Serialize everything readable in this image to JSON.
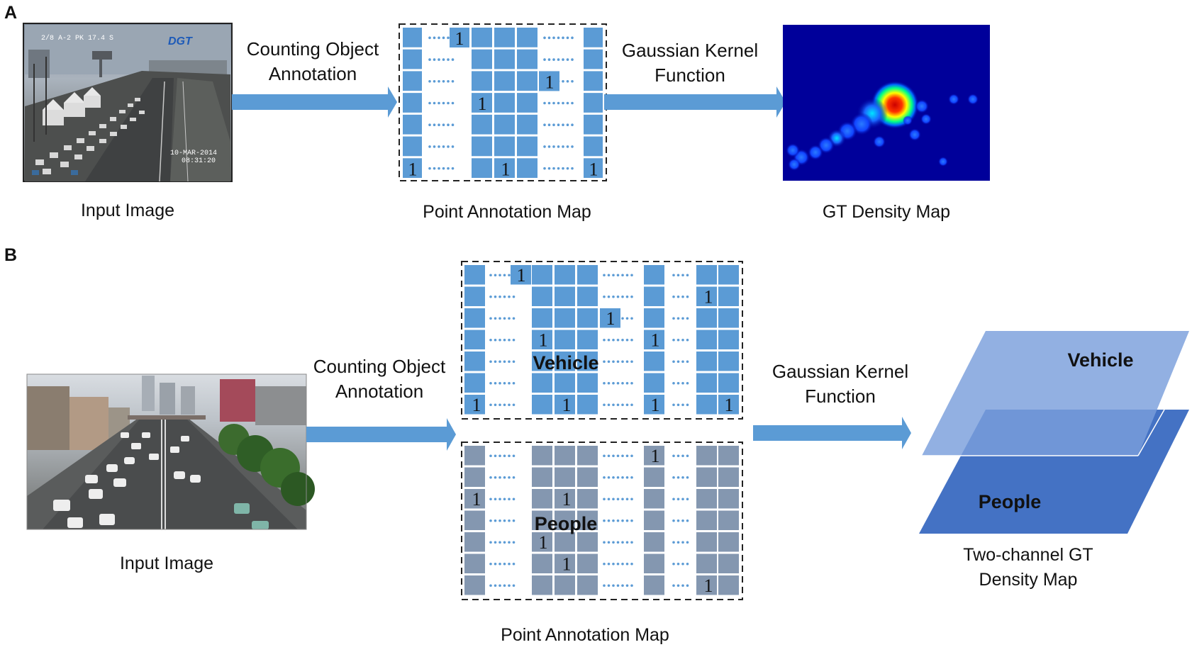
{
  "panelA": {
    "letter": "A",
    "input_caption": "Input Image",
    "input_overlay_top": "2/8 A-2 PK 17.4 S",
    "input_logo": "DGT",
    "input_date": "10-MAR-2014",
    "input_time": "08:31:20",
    "arrow1_label_line1": "Counting Object",
    "arrow1_label_line2": "Annotation",
    "map_caption": "Point Annotation Map",
    "arrow2_label_line1": "Gaussian Kernel",
    "arrow2_label_line2": "Function",
    "density_caption": "GT Density Map"
  },
  "panelB": {
    "letter": "B",
    "input_caption": "Input Image",
    "arrow1_label_line1": "Counting Object",
    "arrow1_label_line2": "Annotation",
    "vehicle_label": "Vehicle",
    "people_label": "People",
    "map_caption": "Point Annotation Map",
    "arrow2_label_line1": "Gaussian Kernel",
    "arrow2_label_line2": "Function",
    "layer_vehicle": "Vehicle",
    "layer_people": "People",
    "density_caption_line1": "Two-channel GT",
    "density_caption_line2": "Density Map"
  },
  "grid_marker": "1",
  "colors": {
    "arrow": "#5b9bd5",
    "vehicle_cell": "#5b9bd5",
    "people_cell": "#8497b0",
    "layer_vehicle": "#7a9fdc",
    "layer_people": "#4472c4"
  }
}
